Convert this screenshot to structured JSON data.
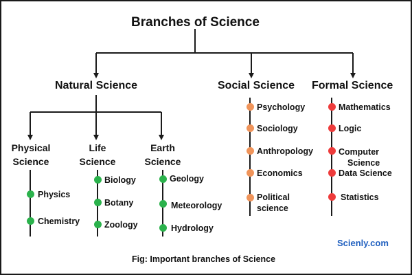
{
  "title": "Branches of Science",
  "branches": {
    "natural": {
      "label": "Natural Science",
      "subs": {
        "physical": {
          "label_line1": "Physical",
          "label_line2": "Science",
          "items": [
            "Physics",
            "Chemistry"
          ]
        },
        "life": {
          "label_line1": "Life",
          "label_line2": "Science",
          "items": [
            "Biology",
            "Botany",
            "Zoology"
          ]
        },
        "earth": {
          "label_line1": "Earth",
          "label_line2": "Science",
          "items": [
            "Geology",
            "Meteorology",
            "Hydrology"
          ]
        }
      }
    },
    "social": {
      "label": "Social Science",
      "items": [
        "Psychology",
        "Sociology",
        "Anthropology",
        "Economics",
        "Political",
        "science"
      ]
    },
    "formal": {
      "label": "Formal Science",
      "items": [
        "Mathematics",
        "Logic",
        "Computer",
        "Science",
        "Data Science",
        "Statistics"
      ]
    }
  },
  "brand": "Scienly.com",
  "caption": "Fig: Important branches of Science",
  "colors": {
    "natural_dot": "#2bb24c",
    "social_dot": "#f0945a",
    "formal_dot": "#ee3b3b",
    "brand": "#1f5fbf",
    "line": "#1a1a1a"
  }
}
